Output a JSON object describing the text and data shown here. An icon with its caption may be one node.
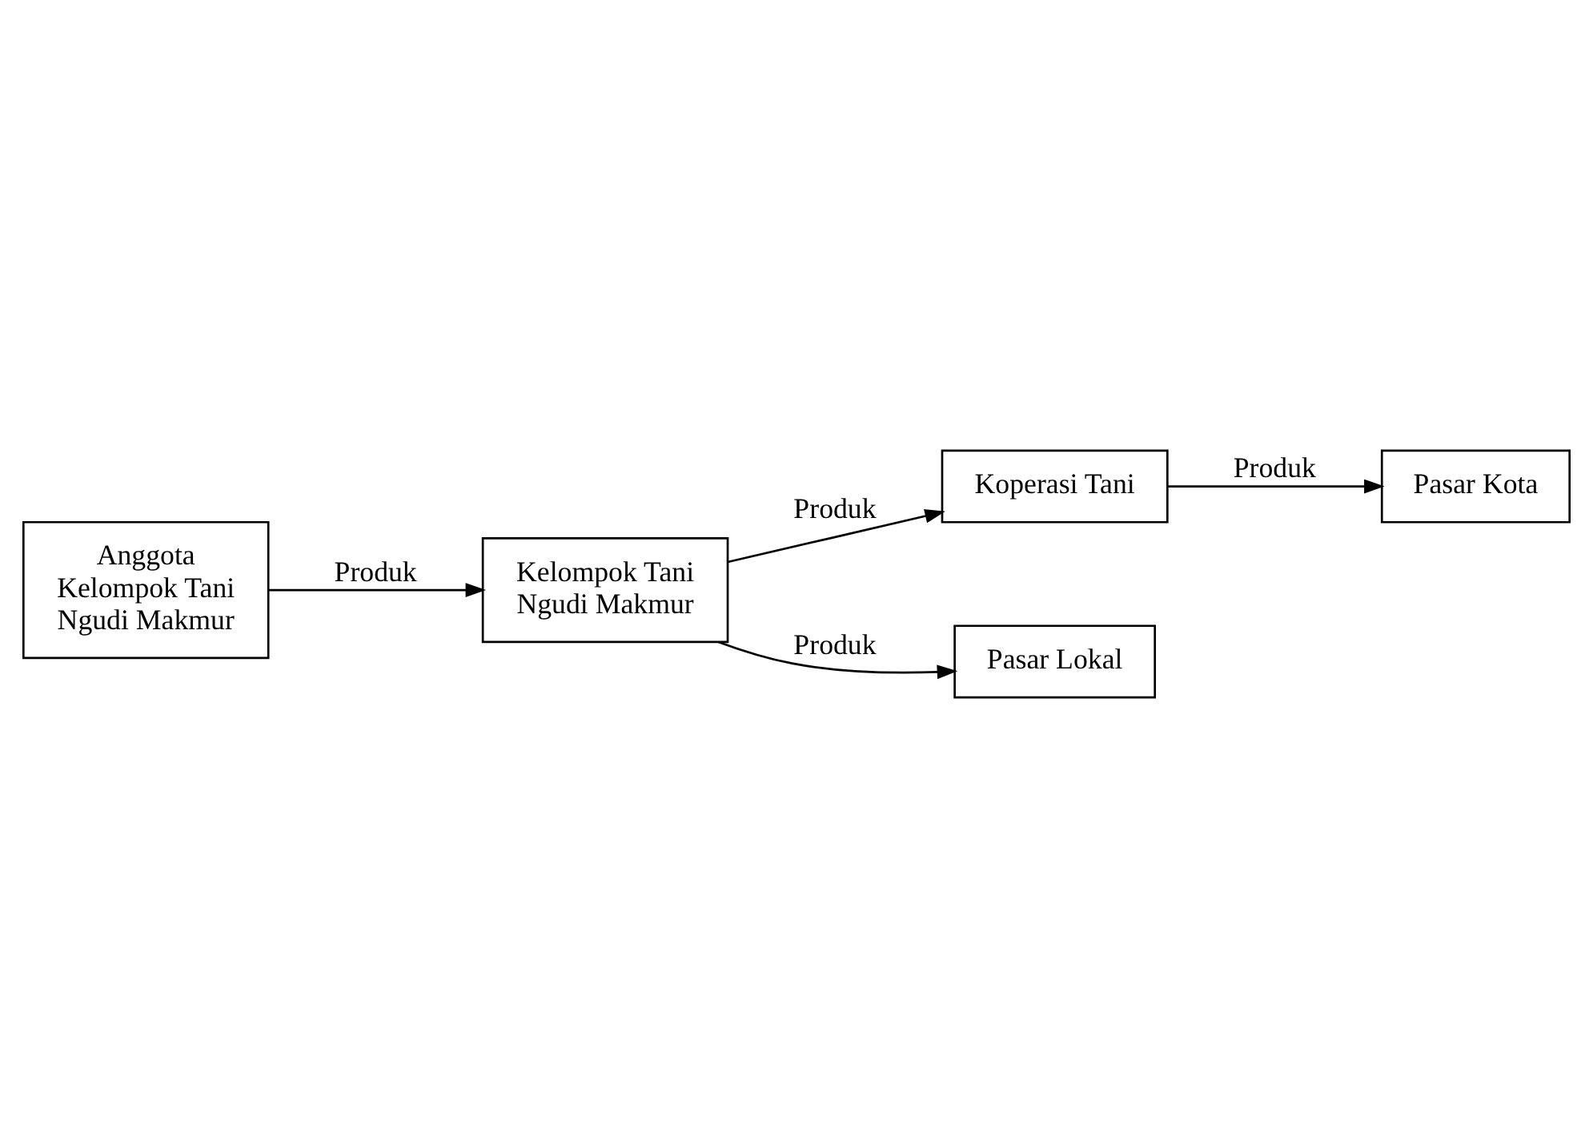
{
  "diagram": {
    "nodes": [
      {
        "text": [
          "Koperasi Tani"
        ]
      },
      {
        "text": [
          "Anggota Kelompok Tani Ngudi Makmur"
        ]
      },
      {
        "text": [
          "Kelompok Tani Ngudi Makmur"
        ]
      },
      {
        "text": [
          "Pasar Kota"
        ]
      },
      {
        "text": [
          "Pasar Lokal"
        ]
      }
    ],
    "edges": [
      {
        "from": 1,
        "to": 2,
        "arrow": "to",
        "label": "Produk"
      },
      {
        "from": 2,
        "to": 0,
        "arrow": "to",
        "label": "Produk"
      },
      {
        "from": 0,
        "to": 3,
        "arrow": "to",
        "label": "Produk"
      },
      {
        "from": 2,
        "to": 4,
        "arrow": "to",
        "label": "Produk"
      }
    ]
  }
}
